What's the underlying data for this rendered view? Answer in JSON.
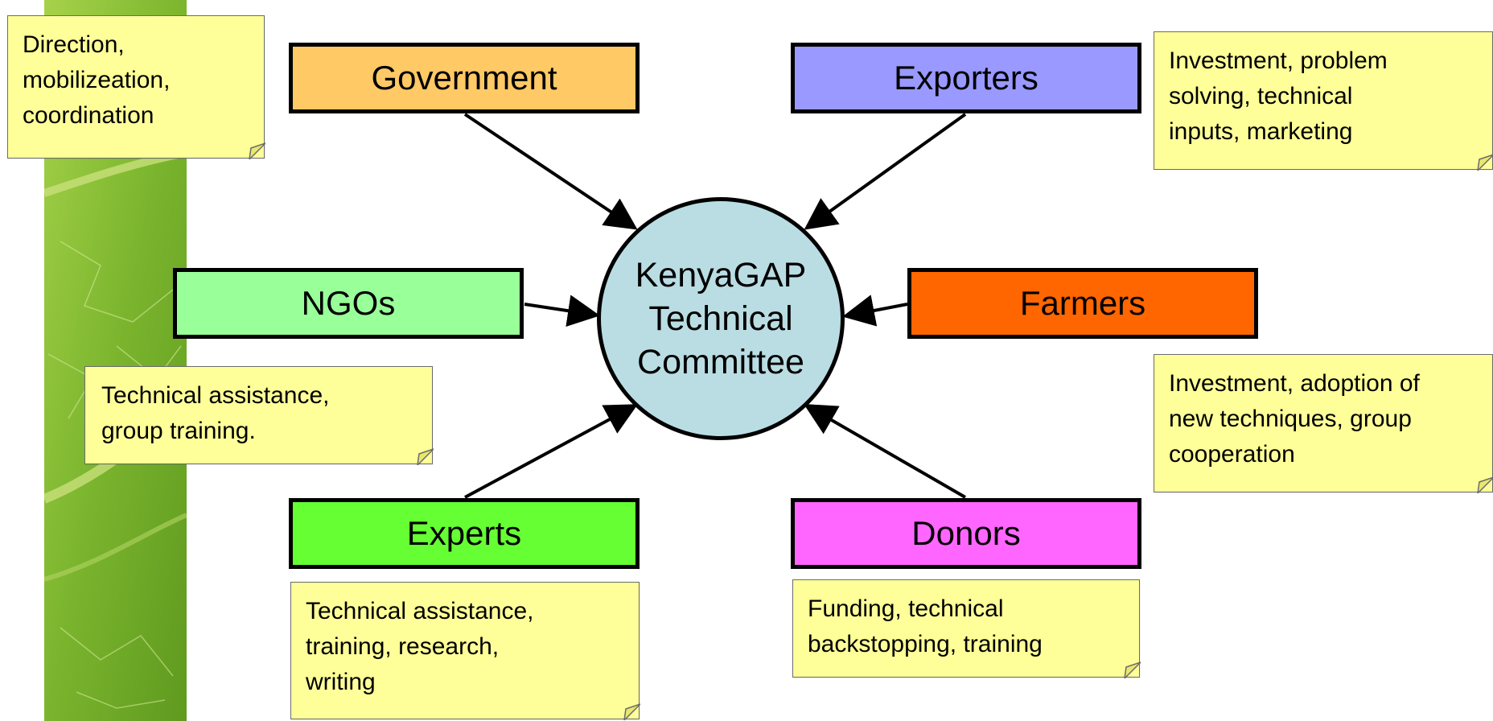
{
  "center": {
    "lines": [
      "KenyaGAP",
      "Technical",
      "Committee"
    ]
  },
  "stakeholders": {
    "government": {
      "label": "Government",
      "color": "#ffc966"
    },
    "exporters": {
      "label": "Exporters",
      "color": "#9999ff"
    },
    "ngos": {
      "label": "NGOs",
      "color": "#99ff99"
    },
    "farmers": {
      "label": "Farmers",
      "color": "#ff6600"
    },
    "experts": {
      "label": "Experts",
      "color": "#66ff33"
    },
    "donors": {
      "label": "Donors",
      "color": "#ff66ff"
    }
  },
  "notes": {
    "government": [
      "Direction,",
      "mobilizeation,",
      "coordination"
    ],
    "exporters": [
      "Investment, problem",
      "solving, technical",
      "inputs, marketing"
    ],
    "ngos": [
      "Technical assistance,",
      "group training."
    ],
    "farmers": [
      "Investment, adoption of",
      "new techniques, group",
      "cooperation"
    ],
    "experts": [
      "Technical assistance,",
      "training, research,",
      "writing"
    ],
    "donors": [
      "Funding, technical",
      "backstopping, training"
    ]
  },
  "colors": {
    "note_fill": "#ffff99",
    "circle_fill": "#b9dde3",
    "leaf_green": "#8cc63f"
  }
}
